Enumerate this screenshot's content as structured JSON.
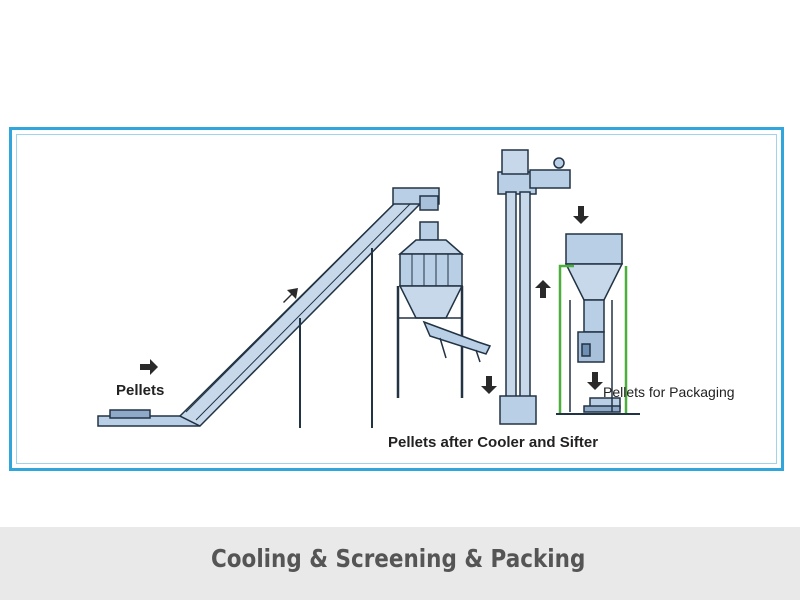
{
  "labels": {
    "pellets": "Pellets",
    "pellets_for_packaging": "Pellets for Packaging",
    "pellets_after_cooler": "Pellets after Cooler and Sifter"
  },
  "footer": {
    "title": "Cooling & Screening & Packing"
  },
  "colors": {
    "frame_border": "#31a6dc",
    "machine_fill": "#b9cfe6",
    "machine_outline": "#223344",
    "support_green": "#4caf3c",
    "footer_band": "#e9e9e9",
    "footer_text": "#555555"
  }
}
